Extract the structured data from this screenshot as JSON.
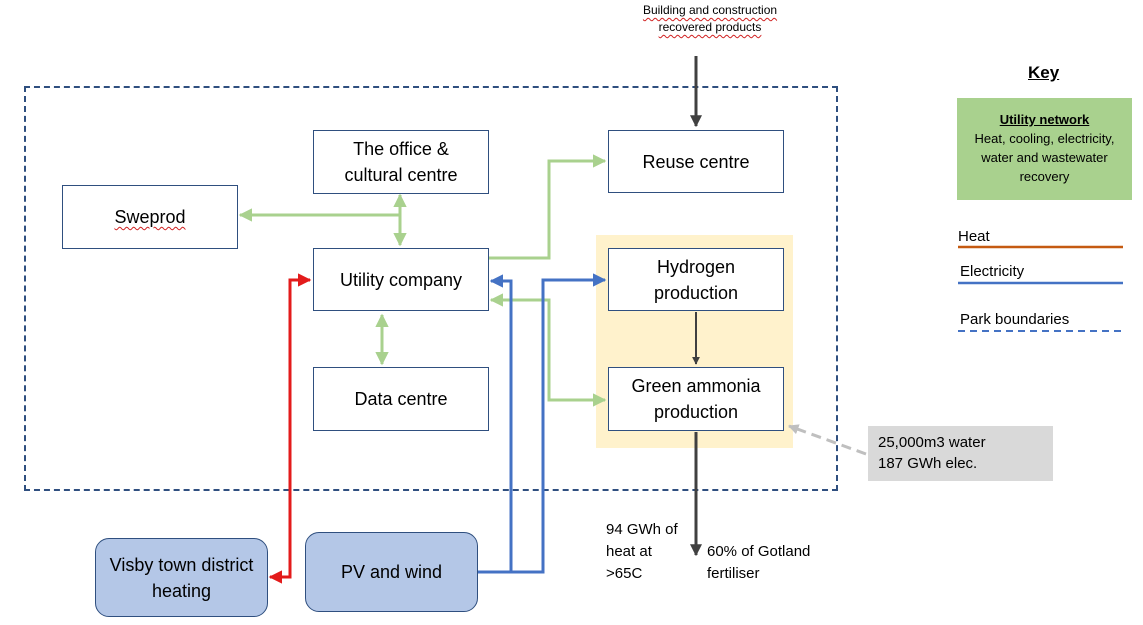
{
  "nodes": {
    "office": "The office & cultural centre",
    "reuse": "Reuse centre",
    "sweprod": "Sweprod",
    "utility": "Utility company",
    "hydrogen": "Hydrogen production",
    "ammonia": "Green ammonia production",
    "data_centre": "Data centre",
    "visby": "Visby town district heating",
    "pv_wind": "PV and wind"
  },
  "inputs": {
    "building_products": "Building and construction recovered products",
    "ammonia_inputs_line1": "25,000m3 water",
    "ammonia_inputs_line2": "187 GWh elec."
  },
  "outputs": {
    "heat_output": "94 GWh of heat at >65C",
    "fertiliser": "60% of Gotland fertiliser"
  },
  "key": {
    "title": "Key",
    "utility_network_title": "Utility network",
    "utility_network_desc": "Heat, cooling, electricity, water and wastewater recovery",
    "heat": "Heat",
    "electricity": "Electricity",
    "park_boundaries": "Park boundaries"
  },
  "colors": {
    "heat": "#c55a11",
    "electricity": "#4472c4",
    "utility_network": "#a9d18e",
    "park_boundaries": "#2f4f7f",
    "heat_supply_arrow": "#e31b1b",
    "material_flow": "#404040",
    "input_flow": "#bfbfbf",
    "hydrogen_ammonia_highlight": "#fff2cc"
  }
}
